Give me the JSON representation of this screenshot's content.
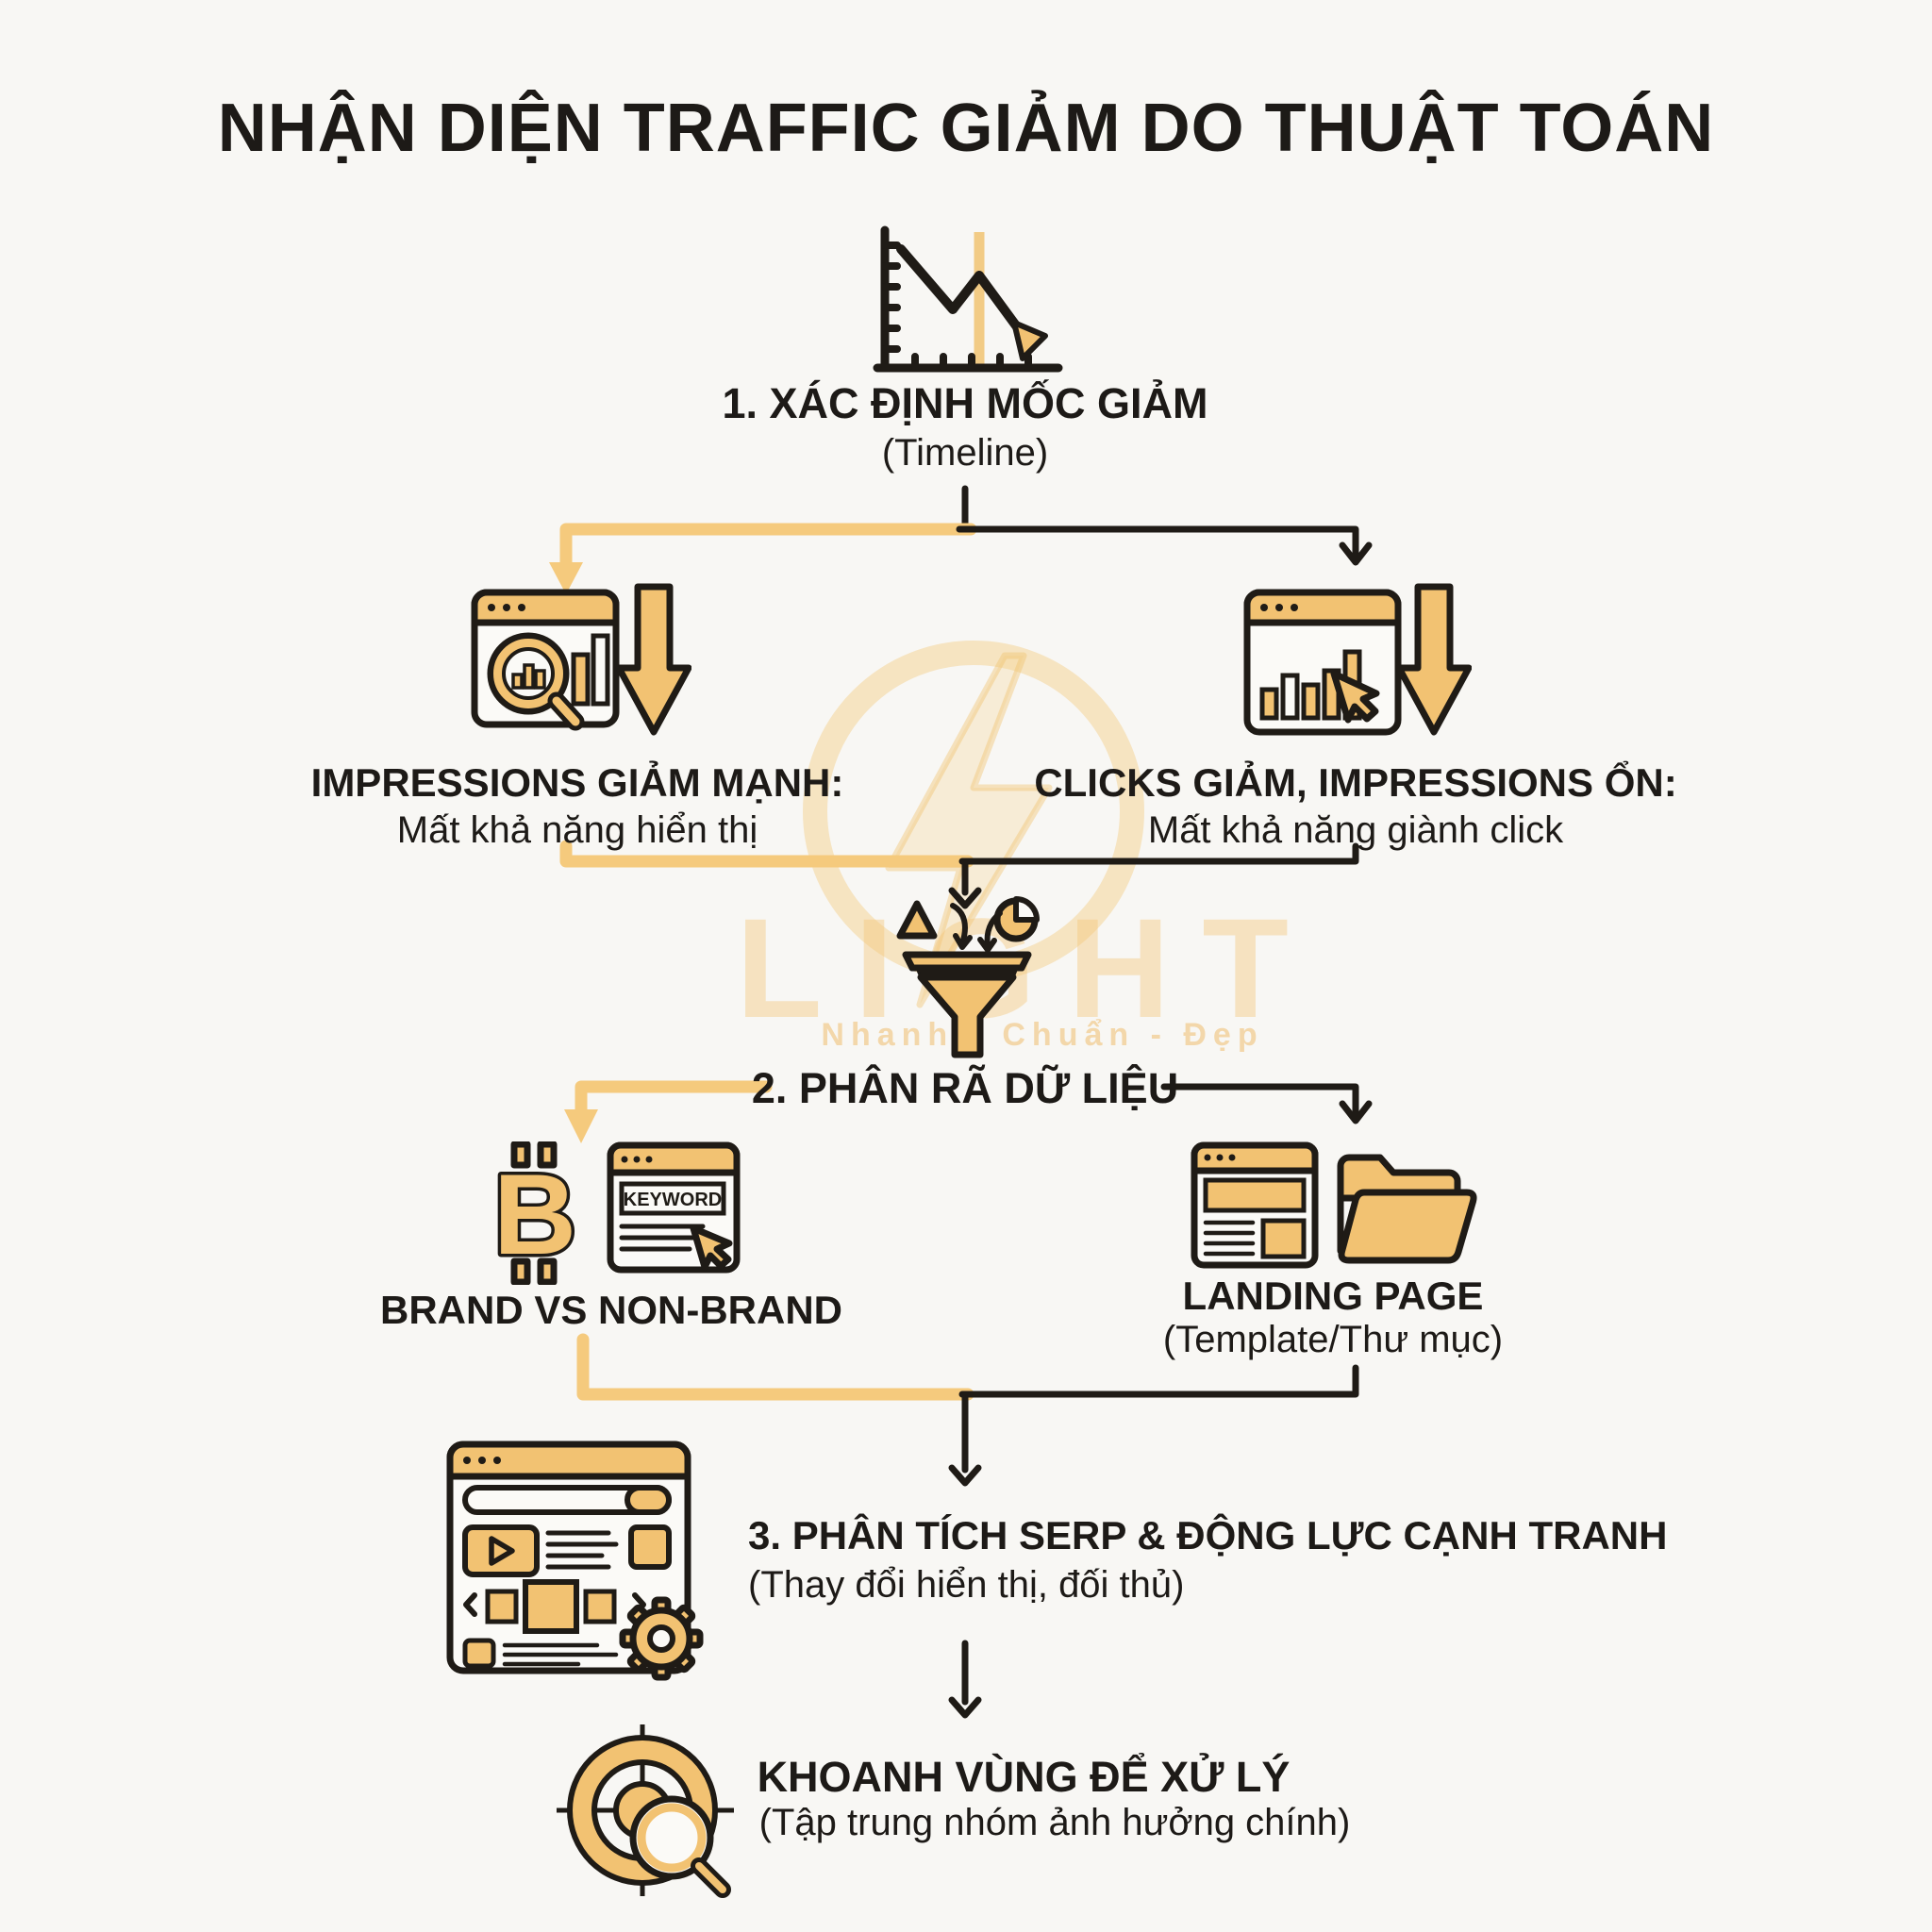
{
  "title": "NHẬN DIỆN TRAFFIC GIẢM DO THUẬT TOÁN",
  "colors": {
    "ink": "#1F1B16",
    "accent": "#F2C272",
    "accent_line": "#F5CA7D",
    "background": "#F8F7F4",
    "watermark": "#F2C678"
  },
  "watermark": {
    "brand": "LIGHT",
    "tagline": "Nhanh - Chuẩn - Đẹp",
    "logo": "lightning-bolt-icon"
  },
  "flow": {
    "step1": {
      "label": "1. XÁC ĐỊNH MỐC GIẢM",
      "sublabel": "(Timeline)",
      "icon": "declining-trend-chart-icon"
    },
    "branch_impressions": {
      "label": "IMPRESSIONS GIẢM MẠNH:",
      "sublabel": "Mất khả năng hiển thị",
      "icon": "impressions-drop-icon"
    },
    "branch_clicks": {
      "label": "CLICKS GIẢM, IMPRESSIONS ỔN:",
      "sublabel": "Mất khả năng giành click",
      "icon": "clicks-drop-icon"
    },
    "step2": {
      "label": "2. PHÂN RÃ DỮ LIỆU",
      "icon": "data-funnel-icon"
    },
    "branch_brand": {
      "label": "BRAND VS NON-BRAND",
      "icons": [
        "bitcoin-brand-icon",
        "keyword-page-icon"
      ],
      "keyword_badge": "KEYWORD"
    },
    "branch_landing": {
      "label": "LANDING PAGE",
      "sublabel": "(Template/Thư mục)",
      "icons": [
        "webpage-icon",
        "folder-icon"
      ]
    },
    "step3": {
      "label": "3. PHÂN TÍCH SERP & ĐỘNG LỰC CẠNH TRANH",
      "sublabel": "(Thay đổi hiển thị, đối thủ)",
      "icon": "serp-page-icon"
    },
    "step4": {
      "label": "KHOANH VÙNG ĐỂ XỬ LÝ",
      "sublabel": "(Tập trung nhóm ảnh hưởng chính)",
      "icon": "target-focus-icon"
    }
  }
}
